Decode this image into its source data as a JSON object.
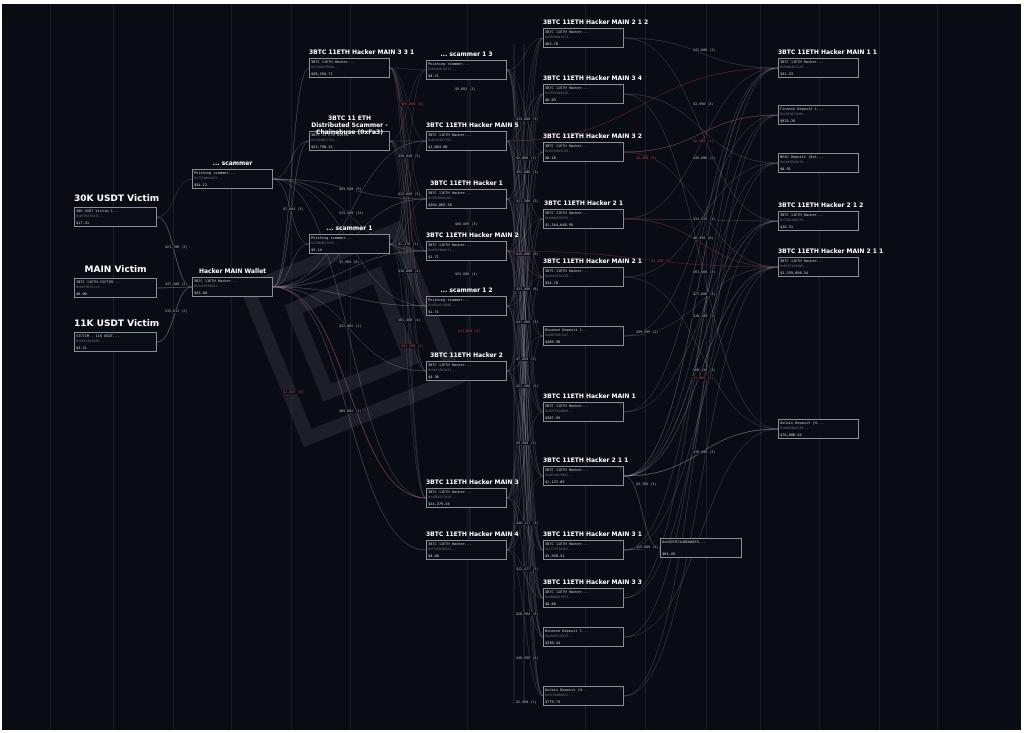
{
  "colors": {
    "background": "#0a0c14",
    "node_border": "#8a8f9c",
    "edge": "#c9ccd6",
    "edge_red": "#b23a48",
    "title": "#ffffff"
  },
  "nodes": [
    {
      "id": "victim30k",
      "title": "30K USDT Victim",
      "line1": "30K USDT Victim 1...",
      "line2": "0x0f9b1f2a7c...",
      "value": "$17.31"
    },
    {
      "id": "victimMain",
      "title": "MAIN Victim",
      "line1": "1BTC 11ETH-VICTIM...",
      "line2": "0xa6f8b72cc4...",
      "value": "$0.00"
    },
    {
      "id": "victim11k",
      "title": "11K USDT Victim",
      "line1": "VICTIM - 11K USDT...",
      "line2": "0x9e5c3a1b20...",
      "value": "$3.21"
    },
    {
      "id": "hmw",
      "title": "Hacker MAIN Wallet",
      "line1": "3BTC 11ETH Hacker...",
      "line2": "0x4c2e9f0a81...",
      "value": "$53.00"
    },
    {
      "id": "phs1",
      "title": "... scammer",
      "line1": "Phishing scammer...",
      "line2": "0x7f3a8e2d41...",
      "value": "$54.12"
    },
    {
      "id": "phs2",
      "title": "... scammer 1",
      "line1": "Phishing scammer...",
      "line2": "0x2b8d6f1e93...",
      "value": "$5.14"
    },
    {
      "id": "phs12",
      "title": "... scammer 1 2",
      "line1": "Phishing scammer...",
      "line2": "0xd41a7c5b08...",
      "value": "$1.71"
    },
    {
      "id": "phs13",
      "title": "... scammer 1 3",
      "line1": "Phishing scammer...",
      "line2": "0x6e9b2c4d17...",
      "value": "$0.71"
    },
    {
      "id": "m331",
      "title": "3BTC 11ETH Hacker MAIN 3 3 1",
      "line1": "3BTC 11ETH Hacker...",
      "line2": "0x1fa8c93d5e...",
      "value": "$38,294.72"
    },
    {
      "id": "chainabuse",
      "title": "3BTC 11 ETH Distributed Scammer - Chainabuse (0xFa3)",
      "line1": "3BTC 11 ETH Dista...",
      "line2": "0xfa3b81c7e4...",
      "value": "$53,798.32"
    },
    {
      "id": "m5",
      "title": "3BTC 11ETH Hacker MAIN 5",
      "line1": "3BTC 11ETH Hacker...",
      "line2": "0x8c4e1a7f02...",
      "value": "$1,003.98"
    },
    {
      "id": "h1",
      "title": "3BTC 11ETH Hacker 1",
      "line1": "3BTC 11ETH Hacker...",
      "line2": "0x3d7b9e0c64...",
      "value": "$304,865.26"
    },
    {
      "id": "m2",
      "title": "3BTC 11ETH Hacker MAIN 2",
      "line1": "3BTC 11ETH Hacker...",
      "line2": "0xa92f4b6e31...",
      "value": "$1.71"
    },
    {
      "id": "h2",
      "title": "3BTC 11ETH Hacker 2",
      "line1": "3BTC 11ETH Hacker...",
      "line2": "0x5e1c8d2a9f...",
      "value": "$4.36"
    },
    {
      "id": "m3",
      "title": "3BTC 11ETH Hacker MAIN 3",
      "line1": "3BTC 11ETH Hacker...",
      "line2": "0xc06a3f7b58...",
      "value": "$24,379.45"
    },
    {
      "id": "m4",
      "title": "3BTC 11ETH Hacker MAIN 4",
      "line1": "3BTC 11ETH Hacker...",
      "line2": "0x71d5e2b0c3...",
      "value": "$0.00"
    },
    {
      "id": "m212",
      "title": "3BTC 11ETH Hacker MAIN 2 1 2",
      "line1": "3BTC 11ETH Hacker...",
      "line2": "0x9b3e6a1d74...",
      "value": "$63.78"
    },
    {
      "id": "m34",
      "title": "3BTC 11ETH Hacker MAIN 3 4",
      "line1": "3BTC 11ETH Hacker...",
      "line2": "0x2f8c0d5a16...",
      "value": "$6.03"
    },
    {
      "id": "m32",
      "title": "3BTC 11ETH Hacker MAIN 3 2",
      "line1": "3BTC 11ETH Hacker...",
      "line2": "0xe47a9b3c20...",
      "value": "$0.18"
    },
    {
      "id": "h21",
      "title": "3BTC 11ETH Hacker 2 1",
      "line1": "3BTC 11ETH Hacker...",
      "line2": "0x6a0d4f8e95...",
      "value": "$1,344,648.95"
    },
    {
      "id": "m21",
      "title": "3BTC 11ETH Hacker MAIN 2 1",
      "line1": "3BTC 11ETH Hacker...",
      "line2": "0xb5c2e7a143...",
      "value": "$34.78"
    },
    {
      "id": "binance1",
      "title": "",
      "line1": "Binance Deposit 1...",
      "line2": "0x0d19e6c3a7...",
      "value": "$489.98"
    },
    {
      "id": "m1",
      "title": "3BTC 11ETH Hacker MAIN 1",
      "line1": "3BTC 11ETH Hacker...",
      "line2": "0x43f7b1a0d8...",
      "value": "$387.95"
    },
    {
      "id": "h211",
      "title": "3BTC 11ETH Hacker 2 1 1",
      "line1": "3BTC 11ETH Hacker...",
      "line2": "0x8e2a5c9d61...",
      "value": "$1,137.69"
    },
    {
      "id": "m31",
      "title": "3BTC 11ETH Hacker MAIN 3 1",
      "line1": "3BTC 11ETH Hacker...",
      "line2": "0x17c9f3e4b2...",
      "value": "$5,550.51"
    },
    {
      "id": "m33",
      "title": "3BTC 11ETH Hacker MAIN 3 3",
      "line1": "3BTC 11ETH Hacker...",
      "line2": "0xd6b8a2f075...",
      "value": "$0.00"
    },
    {
      "id": "binance2",
      "title": "",
      "line1": "Binance Deposit 1...",
      "line2": "0xa3e07c5d19...",
      "value": "$330.44"
    },
    {
      "id": "kucoin",
      "title": "",
      "line1": "KuCoin Deposit (H...",
      "line2": "0x5f24d8b6e3...",
      "value": "$779.73"
    },
    {
      "id": "usdt",
      "title": "",
      "line1": "0xUSDT8T4d8E0d0FS...",
      "line2": "",
      "value": "$64.49"
    },
    {
      "id": "m11",
      "title": "3BTC 11ETH Hacker MAIN 1 1",
      "line1": "3BTC 11ETH Hacker...",
      "line2": "0x9a0e3d7c28...",
      "value": "$31.33"
    },
    {
      "id": "finance",
      "title": "",
      "line1": "Finance Deposit 1...",
      "line2": "0xc82b5f1e6a...",
      "value": "$925.26"
    },
    {
      "id": "mexc",
      "title": "",
      "line1": "MEXC Deposit (0x1...",
      "line2": "0x1e6d9a4b70...",
      "value": "$0.91"
    },
    {
      "id": "h212",
      "title": "3BTC 11ETH Hacker 2 1 2",
      "line1": "3BTC 11ETH Hacker...",
      "line2": "0x74b1c8e3f5...",
      "value": "$10.31"
    },
    {
      "id": "h2112",
      "title": "3BTC 11ETH Hacker MAIN 2 1 1",
      "line1": "3BTC 11ETH Hacker...",
      "line2": "0x0c5f2a9d86...",
      "value": "$3,339,698.54"
    },
    {
      "id": "kucoin2",
      "title": "",
      "line1": "KuCoin Deposit (H...",
      "line2": "0xe9a16b4c3d...",
      "value": "$70,008.44"
    }
  ],
  "edge_labels": [
    "$21,788 (3)",
    "$47,488 (3)",
    "$15,811 (2)",
    "$7,004 (3)",
    "$59,988 (9)",
    "$15,388 (14)",
    "$3,960 (6)",
    "$32,882 (1)",
    "$60,882 (1)",
    "$36,040 (3)",
    "$13,009 (3)",
    "$1,178 (1)",
    "$18,000 (4)",
    "$81,468 (4)",
    "$9,883 (3)",
    "$68,009 (3)",
    "$55,000 (4)",
    "$15,000 (3)",
    "$2,880 (1)",
    "$92,088 (3)",
    "$11,588 (3)",
    "$18,000 (6)",
    "$33,000 (8)",
    "$41,000 (3)",
    "$7,000 (2)",
    "$21,500 (2)",
    "$9,980 (3)",
    "$46,111 (3)",
    "$12,477 (3)",
    "$28,994 (3)",
    "$48,999 (8)",
    "$2,400 (1)",
    "$42,000 (3)",
    "$3,998 (3)",
    "$38,000 (2)",
    "$14,920 (3)",
    "$6,590 (8)",
    "$91,660 (3)",
    "$27,800 (3)",
    "$10,100 (2)",
    "$18,000 (3)",
    "$99,999 (2)",
    "$3,180 (3)",
    "$29,000 (4)",
    "$60,120 (3)"
  ],
  "edge_labels_red": [
    "$69,888 (6)",
    "$59,988 (1)",
    "$1,860 (4)",
    "$3,488 (2)",
    "$2,500 (1)",
    "$1,800 (2)",
    "$11,880 (2)",
    "$3,520 (3)"
  ]
}
